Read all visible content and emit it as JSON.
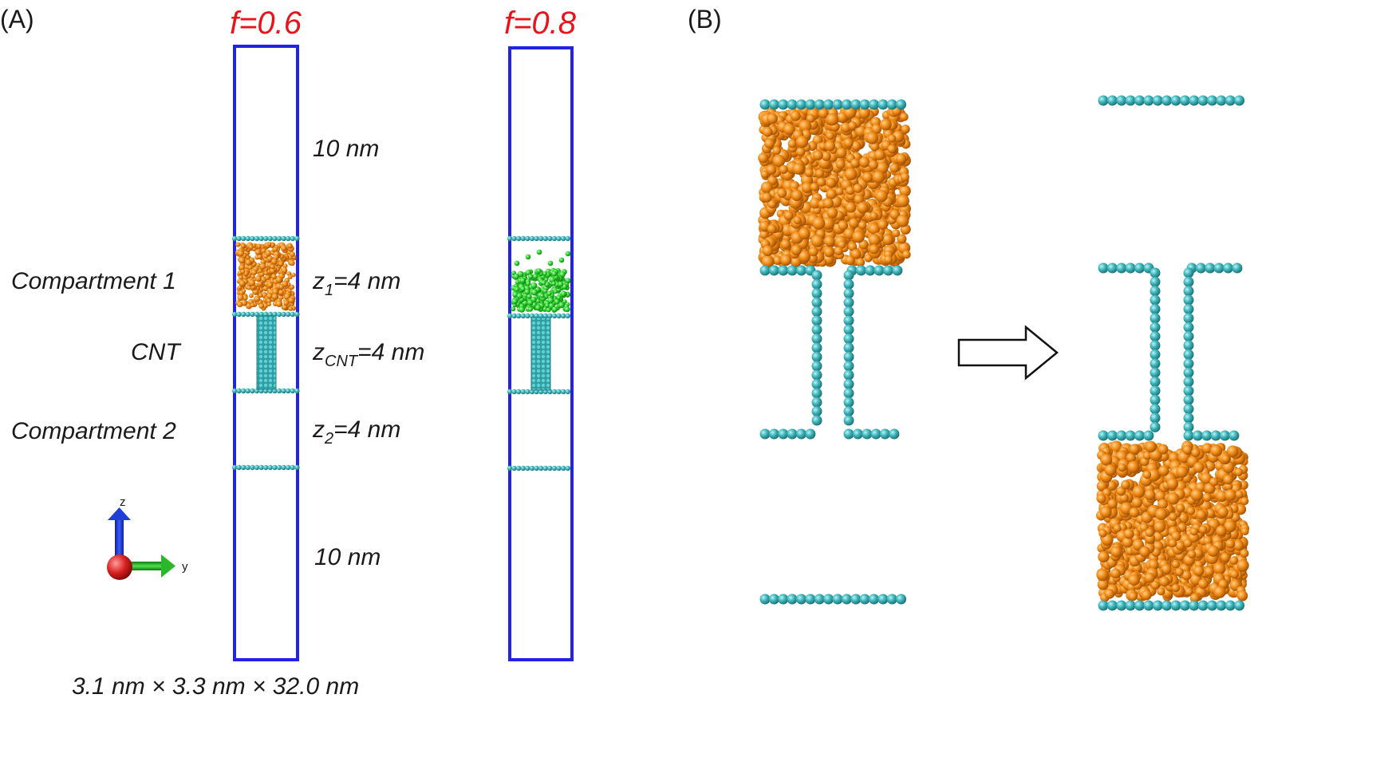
{
  "panel_a": {
    "label": "(A)",
    "box1_title": "f=0.6",
    "box2_title": "f=0.8",
    "labels": {
      "top_region": "10 nm",
      "compartment1": "Compartment 1",
      "z1_base": "z",
      "z1_sub": "1",
      "z1_rest": "=4 nm",
      "cnt": "CNT",
      "zcnt_base": "z",
      "zcnt_sub": "CNT",
      "zcnt_rest": "=4 nm",
      "compartment2": "Compartment 2",
      "z2_base": "z",
      "z2_sub": "2",
      "z2_rest": "=4 nm",
      "bottom_region": "10 nm",
      "dimensions": "3.1 nm × 3.3 nm × 32.0 nm"
    },
    "axes": {
      "z": "z",
      "y": "y"
    }
  },
  "panel_b": {
    "label": "(B)"
  },
  "colors": {
    "box": "#2323e6",
    "title": "#e8141b",
    "graphene": "#3fb8bd",
    "graphene_dark": "#217a80",
    "orange_molecules": "#f08a14",
    "green_molecules": "#2fd22f",
    "axis_z": "#1f3fd8",
    "axis_y": "#2ab72a",
    "axis_x": "#d81f1f"
  }
}
